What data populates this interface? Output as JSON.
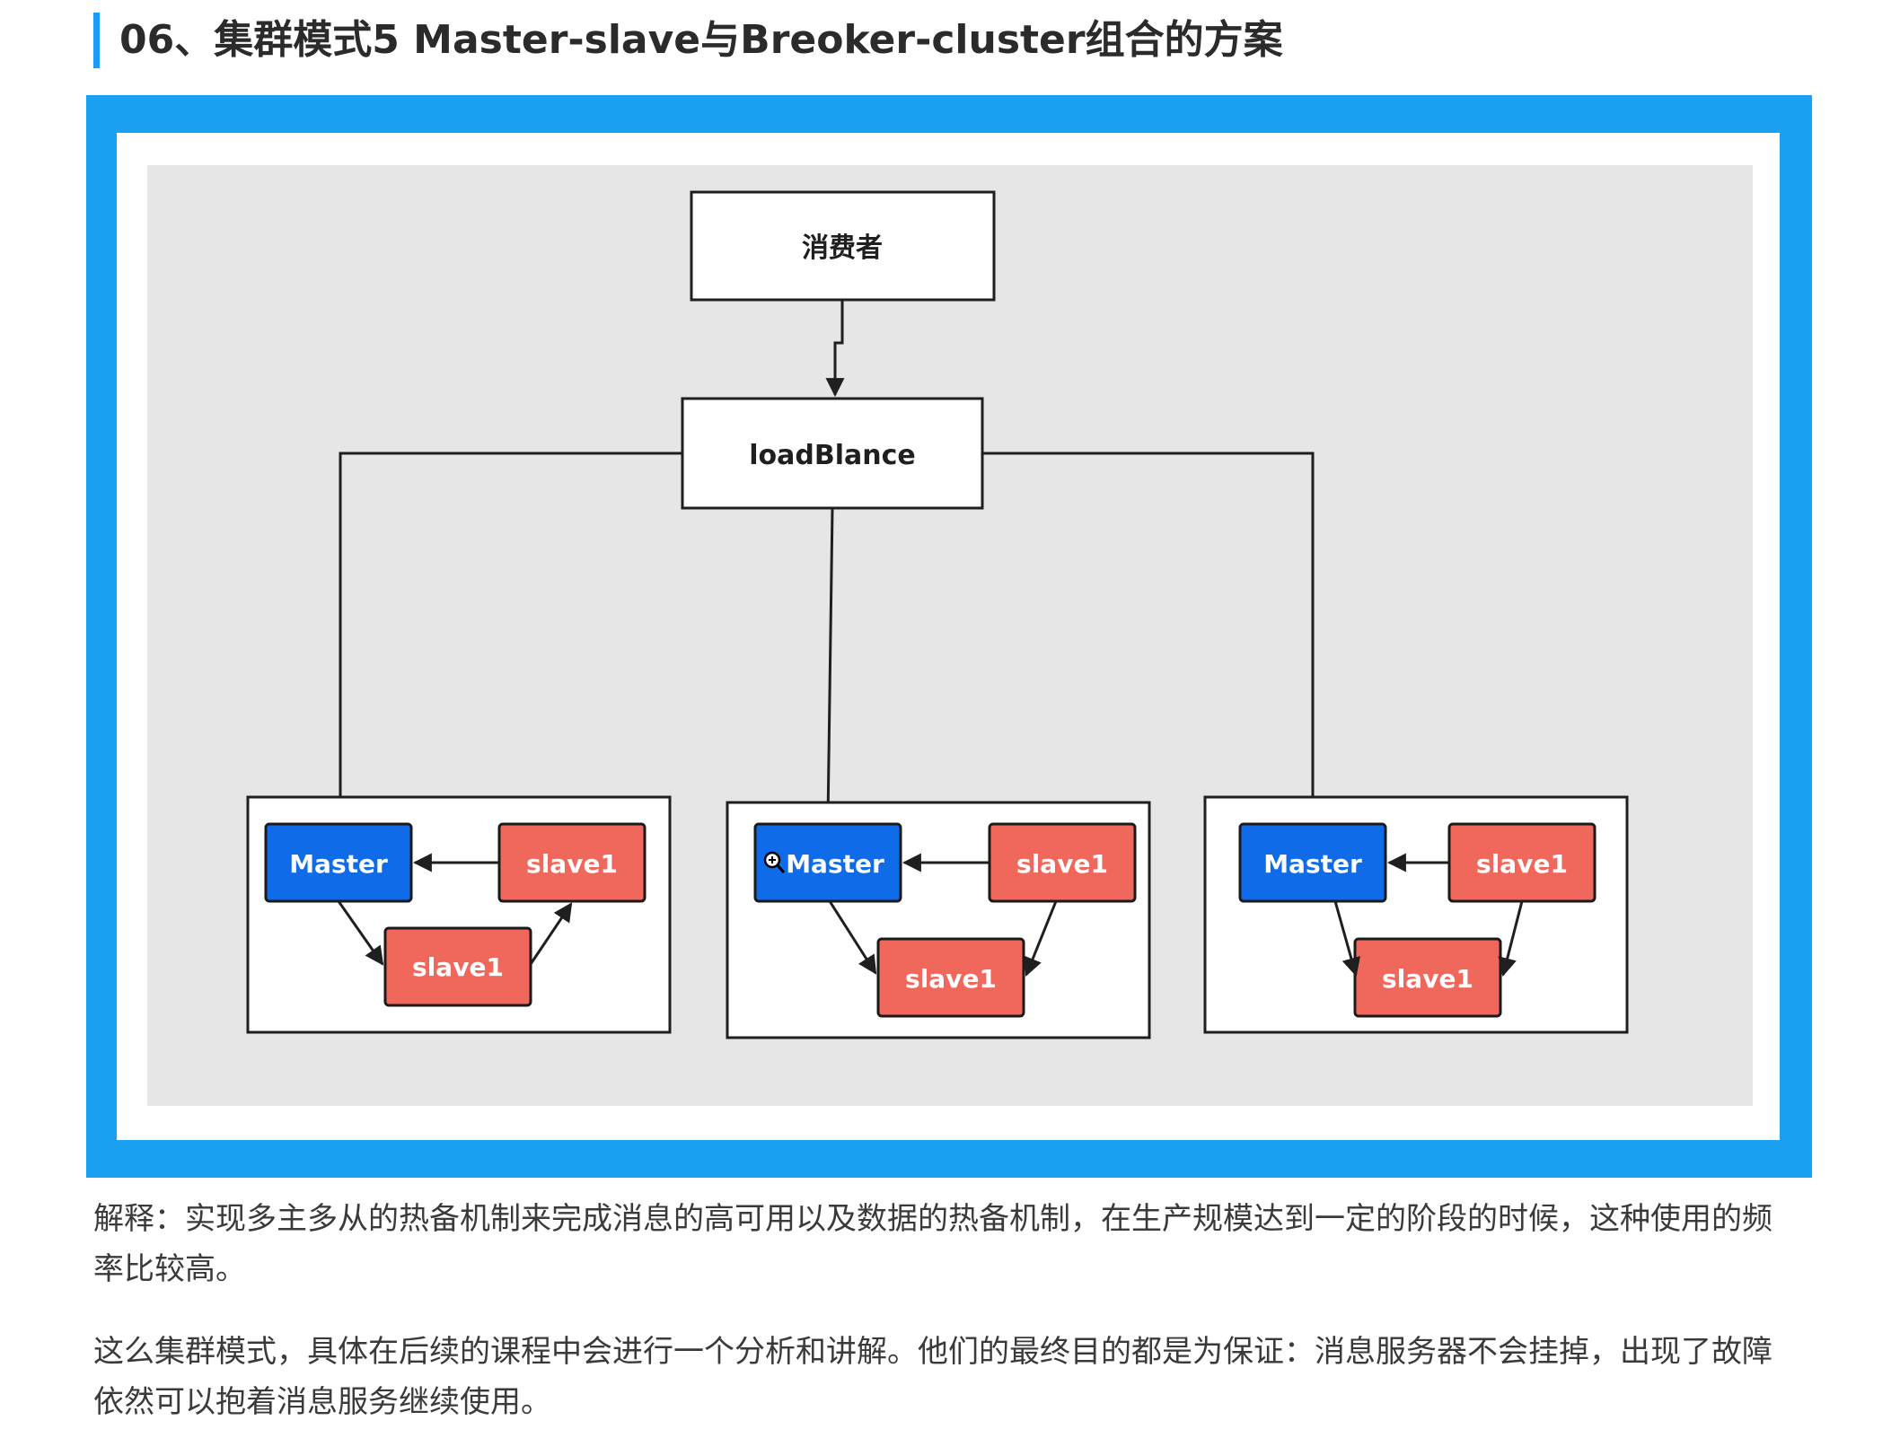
{
  "page": {
    "title": "06、集群模式5 Master-slave与Breoker-cluster组合的方案"
  },
  "diagram": {
    "consumer_label": "消费者",
    "loadbalancer_label": "loadBlance",
    "clusters": [
      {
        "master_label": "Master",
        "slave_right_label": "slave1",
        "slave_bottom_label": "slave1"
      },
      {
        "master_label": "Master",
        "slave_right_label": "slave1",
        "slave_bottom_label": "slave1"
      },
      {
        "master_label": "Master",
        "slave_right_label": "slave1",
        "slave_bottom_label": "slave1"
      }
    ],
    "colors": {
      "master": "#0f6be8",
      "slave": "#f0675c",
      "canvas": "#e6e6e6",
      "frame": "#1ba1f2"
    }
  },
  "explanation": {
    "paragraph_1": "解释：实现多主多从的热备机制来完成消息的高可用以及数据的热备机制，在生产规模达到一定的阶段的时候，这种使用的频率比较高。",
    "paragraph_2": "这么集群模式，具体在后续的课程中会进行一个分析和讲解。他们的最终目的都是为保证：消息服务器不会挂掉，出现了故障依然可以抱着消息服务继续使用。"
  }
}
